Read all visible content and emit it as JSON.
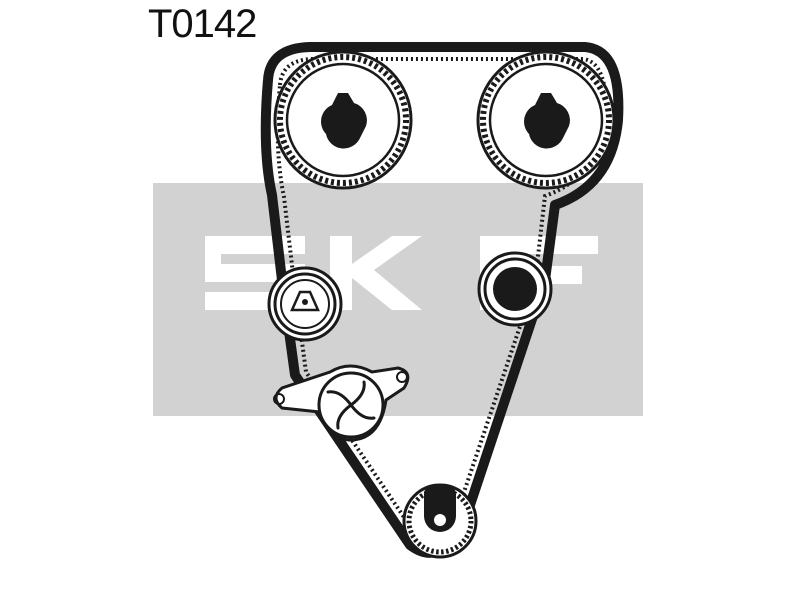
{
  "part_number": "T0142",
  "brand_watermark": "SKF",
  "colors": {
    "belt": "#1a1a1a",
    "watermark_band": "#d2d2d2",
    "watermark_letters": "#ffffff",
    "background": "#ffffff"
  },
  "components": [
    {
      "name": "camshaft-sprocket-left",
      "type": "toothed-sprocket"
    },
    {
      "name": "camshaft-sprocket-right",
      "type": "toothed-sprocket"
    },
    {
      "name": "tensioner-pulley",
      "type": "pulley"
    },
    {
      "name": "idler-pulley",
      "type": "pulley"
    },
    {
      "name": "water-pump",
      "type": "water-pump"
    },
    {
      "name": "crankshaft-sprocket",
      "type": "toothed-sprocket"
    },
    {
      "name": "timing-belt",
      "type": "toothed-belt"
    }
  ]
}
